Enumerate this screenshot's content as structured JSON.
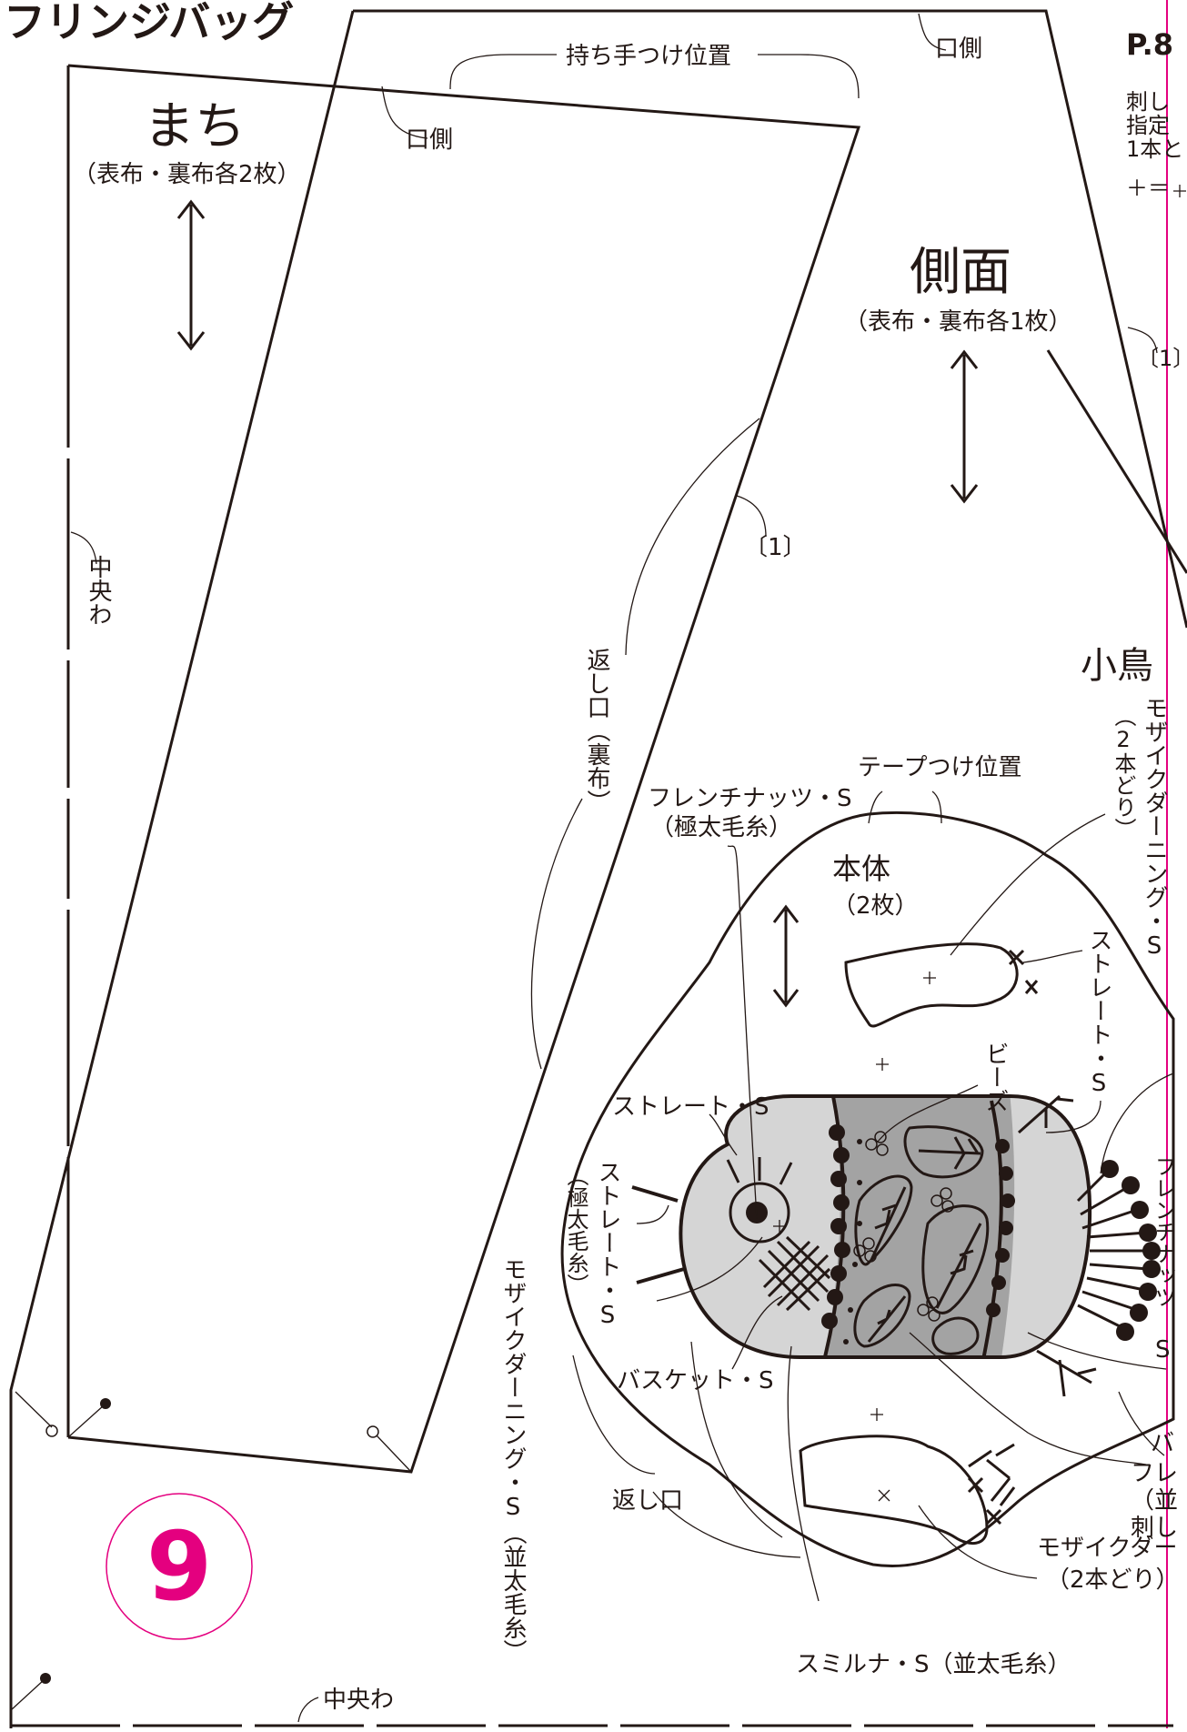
{
  "title": "フリンジバッグ",
  "page_ref": "P.8",
  "page_number": "9",
  "colors": {
    "accent": "#e4007f",
    "ink": "#231815",
    "gray_light": "#d5d5d5",
    "gray_mid": "#a3a3a3"
  },
  "right_edge_text": {
    "line1": "刺し",
    "line2": "指定",
    "line3": "1本と",
    "line4": "＋＝"
  },
  "machi": {
    "title": "まち",
    "subtitle": "（表布・裏布各2枚）",
    "center_fold": "中央わ",
    "opening_side": "口側"
  },
  "sokumen": {
    "title": "側面",
    "subtitle": "（表布・裏布各1枚）",
    "opening_side": "口側",
    "handle_position": "持ち手つけ位置",
    "mark_1": "〔1〕",
    "mark_1_right": "〔1〕",
    "return_opening": "返し口（裏布）",
    "center_fold": "中央わ"
  },
  "kotori": {
    "title": "小鳥",
    "body": "本体",
    "body_count": "（2枚）",
    "tape_position": "テープつけ位置",
    "french_knot": "フレンチナッツ・S",
    "french_knot_yarn": "（極太毛糸）",
    "mosaic_2strand_vertical": "モザイクダーニング・S",
    "two_strands_vertical": "（2本どり）",
    "straight_right_vertical": "ストレート・S",
    "beads": "ビーズ",
    "straight_left": "ストレート・S",
    "straight_extra_vertical": "ストレート・S",
    "straight_extra_yarn": "（極太毛糸）",
    "mosaic_left_vertical": "モザイクダーニング・S（並太毛糸）",
    "basket": "バスケット・S",
    "return_opening": "返し口",
    "mosaic_bottom": "モザイクダー",
    "mosaic_bottom_strands": "（2本どり）",
    "smyrna": "スミルナ・S（並太毛糸）",
    "fre_cut": "フレ",
    "nami_cut": "（並",
    "sashi_cut": "刺し",
    "ba_cut": "バ",
    "s_cut": "S",
    "right_cut_vertical": "フレンチナッツ"
  }
}
